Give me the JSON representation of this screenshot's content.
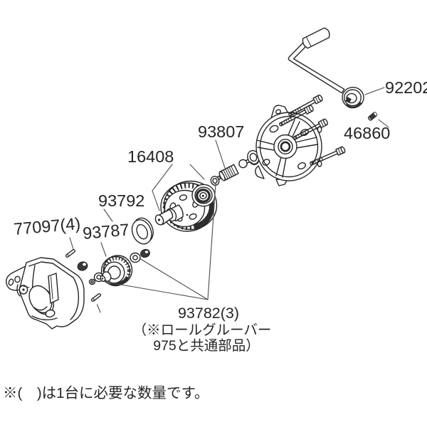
{
  "diagram": {
    "background": "#ffffff",
    "ink_color": "#262626",
    "part_labels": [
      {
        "part_no": "92202"
      },
      {
        "part_no": "46860"
      },
      {
        "part_no": "93807"
      },
      {
        "part_no": "16408"
      },
      {
        "part_no": "93792"
      },
      {
        "part_no": "93787"
      },
      {
        "part_no": "77097(4)"
      },
      {
        "part_no": "93782(3)"
      }
    ],
    "shared_note": {
      "line1": "（※ロールグルーバー",
      "line2": "975と共通部品）"
    },
    "footnote": "※(　)は1台に必要な数量です。"
  }
}
